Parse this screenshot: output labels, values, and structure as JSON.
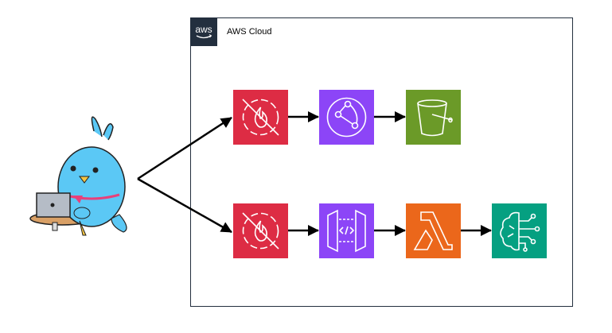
{
  "cloud": {
    "label": "AWS Cloud",
    "logo_text": "aws"
  },
  "colors": {
    "waf": "#dd2c44",
    "cloudfront": "#8c45f7",
    "s3": "#6b9a28",
    "api_gateway": "#8c45f7",
    "lambda": "#eb671b",
    "bedrock": "#05a081",
    "frame": "#232f3e"
  },
  "rows": [
    {
      "services": [
        "waf-icon",
        "cloudfront-icon",
        "s3-bucket-icon"
      ]
    },
    {
      "services": [
        "waf-icon",
        "api-gateway-icon",
        "lambda-icon",
        "bedrock-icon"
      ]
    }
  ],
  "user": {
    "icon": "blue-bird-with-laptop"
  }
}
